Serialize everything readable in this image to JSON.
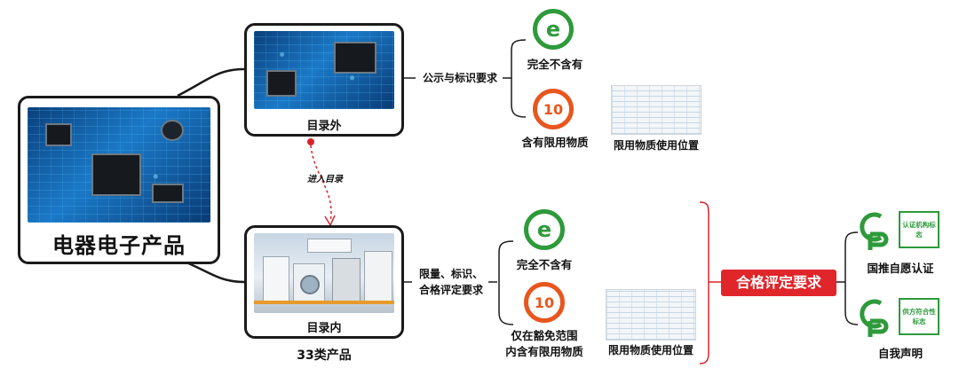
{
  "main_node": {
    "title": "电器电子产品"
  },
  "upper_node": {
    "caption": "目录外"
  },
  "lower_node": {
    "caption": "目录内",
    "subtitle": "33类产品"
  },
  "transition": {
    "label": "进入目录"
  },
  "upper_branch": {
    "label": "公示与标识要求",
    "items": [
      {
        "icon": "efup-e-mark-icon",
        "label": "完全不含有"
      },
      {
        "icon": "efup-10-mark-icon",
        "label": "含有限用物质",
        "icon_text": "10",
        "doc_label": "限用物质使用位置"
      }
    ]
  },
  "lower_branch": {
    "label_line1": "限量、标识、",
    "label_line2": "合格评定要求",
    "items": [
      {
        "icon": "efup-e-mark-icon",
        "label": "完全不含有"
      },
      {
        "icon": "efup-10-mark-icon",
        "label_line1": "仅在豁免范围",
        "label_line2": "内含有限用物质",
        "icon_text": "10",
        "doc_label": "限用物质使用位置"
      }
    ]
  },
  "conformity": {
    "title": "合格评定要求",
    "items": [
      {
        "icon": "green-cgp-mark-icon",
        "box_text": "认证机构标志",
        "label": "国推自愿认证"
      },
      {
        "icon": "green-cgp-mark-icon",
        "box_text": "供方符合性标志",
        "label": "自我声明"
      }
    ]
  },
  "colors": {
    "green": "#2e9a3a",
    "orange": "#e8561e",
    "red_accent": "#e0262b",
    "dark": "#1a1a1a"
  }
}
